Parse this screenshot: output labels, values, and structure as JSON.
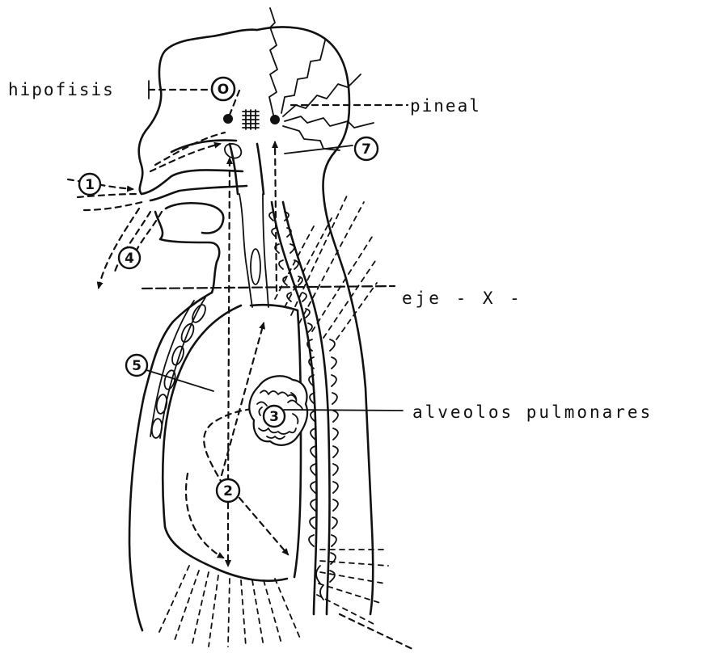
{
  "labels": {
    "hipofisis": "hipofisis",
    "pineal": "pineal",
    "eje": "eje - X -",
    "alveolos": "alveolos pulmonares"
  },
  "markers": {
    "m0": "O",
    "m1": "1",
    "m2": "2",
    "m3": "3",
    "m4": "4",
    "m5": "5",
    "m7": "7"
  },
  "colors": {
    "ink": "#111111",
    "background": "#ffffff"
  }
}
